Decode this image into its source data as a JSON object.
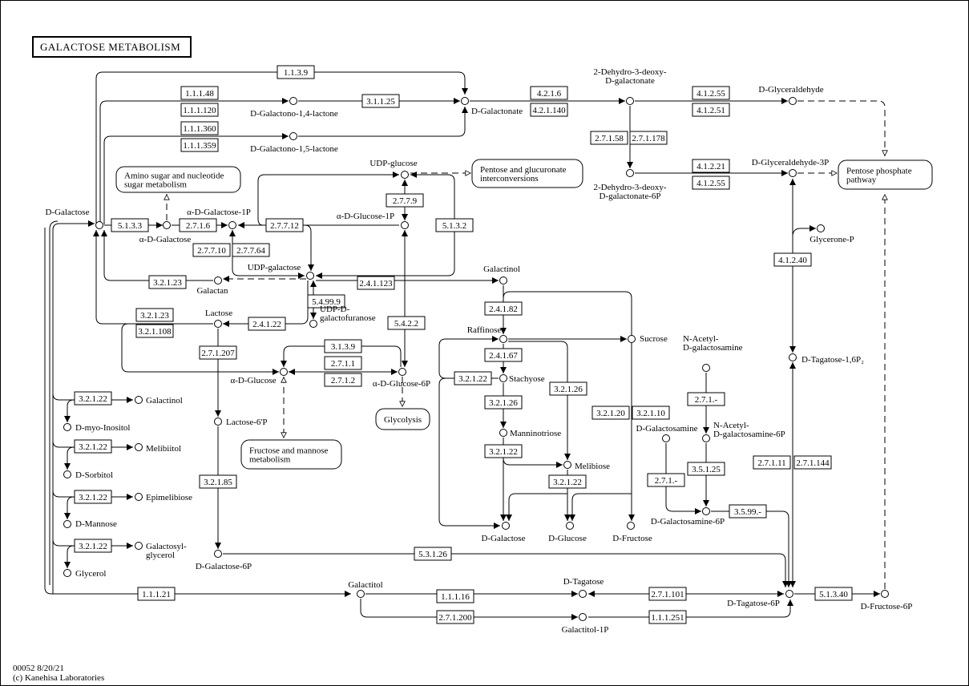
{
  "title": "GALACTOSE METABOLISM",
  "footer": {
    "map_id_date": "00052 8/20/21",
    "copyright": "(c) Kanehisa Laboratories"
  },
  "pathway_maps": [
    {
      "id": "amino-sugar",
      "lines": [
        "Amino sugar and nucleotide",
        "sugar metabolism"
      ]
    },
    {
      "id": "pentose-glucuronate",
      "lines": [
        "Pentose and glucuronate",
        "interconversions"
      ]
    },
    {
      "id": "pentose-phosphate",
      "lines": [
        "Pentose phosphate",
        "pathway"
      ]
    },
    {
      "id": "fructose-mannose",
      "lines": [
        "Fructose and mannose",
        "metabolism"
      ]
    },
    {
      "id": "glycolysis",
      "lines": [
        "Glycolysis"
      ]
    }
  ],
  "compounds": [
    {
      "id": "d-galactono-1-4-lactone",
      "label": [
        "D-Galactono-1,4-lactone"
      ]
    },
    {
      "id": "d-galactono-1-5-lactone",
      "label": [
        "D-Galactono-1,5-lactone"
      ]
    },
    {
      "id": "d-galactonate",
      "label": [
        "D-Galactonate"
      ]
    },
    {
      "id": "2-dehydro-3-deoxy-d-galactonate",
      "label": [
        "2-Dehydro-3-deoxy-",
        "D-galactonate"
      ]
    },
    {
      "id": "d-glyceraldehyde",
      "label": [
        "D-Glyceraldehyde"
      ]
    },
    {
      "id": "2-dehydro-3-deoxy-d-galactonate-6p",
      "label": [
        "2-Dehydro-3-deoxy-",
        "D-galactonate-6P"
      ]
    },
    {
      "id": "d-glyceraldehyde-3p",
      "label": [
        "D-Glyceraldehyde-3P"
      ]
    },
    {
      "id": "udp-glucose",
      "label": [
        "UDP-glucose"
      ]
    },
    {
      "id": "d-galactose",
      "label": [
        "D-Galactose"
      ]
    },
    {
      "id": "alpha-d-galactose",
      "label": [
        "α-D-Galactose"
      ]
    },
    {
      "id": "alpha-d-galactose-1p",
      "label": [
        "α-D-Galactose-1P"
      ]
    },
    {
      "id": "alpha-d-glucose-1p",
      "label": [
        "α-D-Glucose-1P"
      ]
    },
    {
      "id": "glycerone-p",
      "label": [
        "Glycerone-P"
      ]
    },
    {
      "id": "udp-galactose",
      "label": [
        "UDP-galactose"
      ]
    },
    {
      "id": "galactan",
      "label": [
        "Galactan"
      ]
    },
    {
      "id": "galactinol-main",
      "label": [
        "Galactinol"
      ]
    },
    {
      "id": "lactose",
      "label": [
        "Lactose"
      ]
    },
    {
      "id": "udp-d-galactofuranose",
      "label": [
        "UDP-D-",
        "galactofuranose"
      ]
    },
    {
      "id": "raffinose",
      "label": [
        "Raffinose"
      ]
    },
    {
      "id": "sucrose",
      "label": [
        "Sucrose"
      ]
    },
    {
      "id": "alpha-d-glucose",
      "label": [
        "α-D-Glucose"
      ]
    },
    {
      "id": "alpha-d-glucose-6p",
      "label": [
        "α-D-Glucose-6P"
      ]
    },
    {
      "id": "stachyose",
      "label": [
        "Stachyose"
      ]
    },
    {
      "id": "n-acetyl-d-galactosamine",
      "label": [
        "N-Acetyl-",
        "D-galactosamine"
      ]
    },
    {
      "id": "d-tagatose-1-6p2",
      "label": [
        "D-Tagatose-1,6P₂"
      ]
    },
    {
      "id": "galactinol-side",
      "label": [
        "Galactinol"
      ]
    },
    {
      "id": "d-myo-inositol",
      "label": [
        "D-myo-Inositol"
      ]
    },
    {
      "id": "lactose-6p",
      "label": [
        "Lactose-6'P"
      ]
    },
    {
      "id": "manninotriose",
      "label": [
        "Manninotriose"
      ]
    },
    {
      "id": "d-galactosamine",
      "label": [
        "D-Galactosamine"
      ]
    },
    {
      "id": "n-acetyl-d-galactosamine-6p",
      "label": [
        "N-Acetyl-",
        "D-galactosamine-6P"
      ]
    },
    {
      "id": "melibiitol",
      "label": [
        "Melibiitol"
      ]
    },
    {
      "id": "d-sorbitol",
      "label": [
        "D-Sorbitol"
      ]
    },
    {
      "id": "melibiose",
      "label": [
        "Melibiose"
      ]
    },
    {
      "id": "epimelibiose",
      "label": [
        "Epimelibiose"
      ]
    },
    {
      "id": "d-mannose",
      "label": [
        "D-Mannose"
      ]
    },
    {
      "id": "d-galactosamine-6p",
      "label": [
        "D-Galactosamine-6P"
      ]
    },
    {
      "id": "d-galactose-bottom",
      "label": [
        "D-Galactose"
      ]
    },
    {
      "id": "d-glucose",
      "label": [
        "D-Glucose"
      ]
    },
    {
      "id": "d-fructose",
      "label": [
        "D-Fructose"
      ]
    },
    {
      "id": "galactosylglycerol",
      "label": [
        "Galactosyl-",
        "glycerol"
      ]
    },
    {
      "id": "glycerol",
      "label": [
        "Glycerol"
      ]
    },
    {
      "id": "d-galactose-6p",
      "label": [
        "D-Galactose-6P"
      ]
    },
    {
      "id": "galactitol",
      "label": [
        "Galactitol"
      ]
    },
    {
      "id": "d-tagatose",
      "label": [
        "D-Tagatose"
      ]
    },
    {
      "id": "d-tagatose-6p",
      "label": [
        "D-Tagatose-6P"
      ]
    },
    {
      "id": "d-fructose-6p",
      "label": [
        "D-Fructose-6P"
      ]
    },
    {
      "id": "galactitol-1p",
      "label": [
        "Galactitol-1P"
      ]
    }
  ],
  "enzymes": [
    "1.1.3.9",
    "1.1.1.48",
    "1.1.1.120",
    "3.1.1.25",
    "1.1.1.360",
    "1.1.1.359",
    "4.2.1.6",
    "4.2.1.140",
    "4.1.2.55",
    "4.1.2.51",
    "2.7.1.58",
    "2.7.1.178",
    "4.1.2.21",
    "4.1.2.55",
    "2.7.7.9",
    "5.1.3.3",
    "2.7.1.6",
    "2.7.7.12",
    "5.1.3.2",
    "2.7.7.10",
    "2.7.7.64",
    "3.2.1.23",
    "2.4.1.123",
    "4.1.2.40",
    "5.4.99.9",
    "2.4.1.82",
    "3.2.1.23",
    "3.2.1.108",
    "2.4.1.22",
    "5.4.2.2",
    "3.1.3.9",
    "3.2.1.22",
    "2.7.1.207",
    "2.7.1.1",
    "2.7.1.2",
    "2.4.1.67",
    "3.2.1.22",
    "3.2.1.26",
    "3.2.1.26",
    "3.2.1.22",
    "3.2.1.20",
    "3.2.1.10",
    "2.7.1.-",
    "3.2.1.22",
    "3.2.1.22",
    "3.5.1.25",
    "2.7.1.11",
    "2.7.1.144",
    "3.2.1.22",
    "2.7.1.-",
    "3.2.1.22",
    "3.2.1.85",
    "3.5.99.-",
    "3.2.1.22",
    "5.3.1.26",
    "1.1.1.21",
    "1.1.1.16",
    "2.7.1.101",
    "5.1.3.40",
    "2.7.1.200",
    "1.1.1.251"
  ]
}
